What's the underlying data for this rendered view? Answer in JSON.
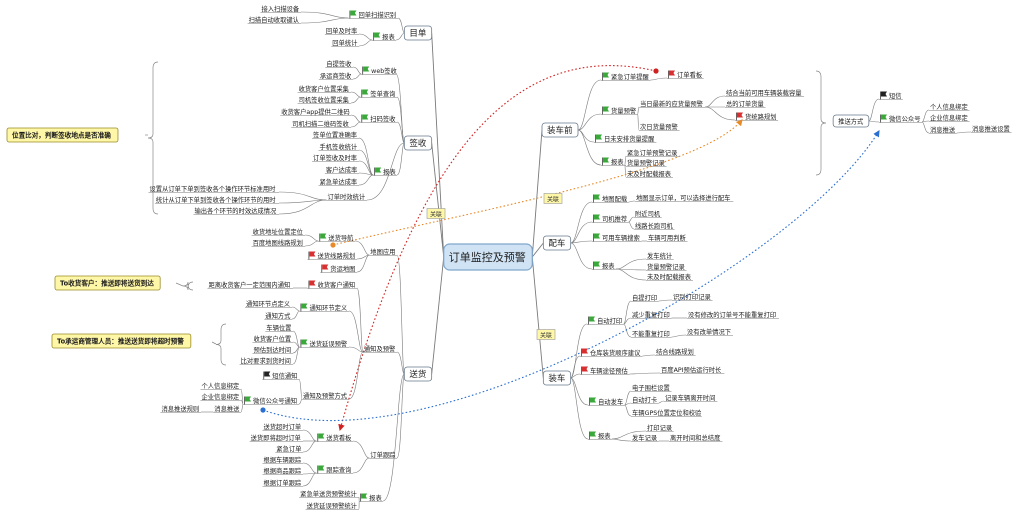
{
  "central": "订单监控及预警",
  "nodes": [
    {
      "id": "c",
      "t": "订单监控及预警",
      "type": "central"
    },
    {
      "id": "b1",
      "t": "装车前",
      "type": "main"
    },
    {
      "id": "b1a",
      "t": "紧急订单提醒",
      "icon": "green-flag"
    },
    {
      "id": "b1a1",
      "t": "订单看板",
      "icon": "red-flag"
    },
    {
      "id": "b1b",
      "t": "货量预警",
      "icon": "green-flag"
    },
    {
      "id": "b1b1",
      "t": "当日最新的应货量预警"
    },
    {
      "id": "b1b1a",
      "t": "结合当前可用车辆装载容量"
    },
    {
      "id": "b1b1b",
      "t": "总的订单货量"
    },
    {
      "id": "b1b1c",
      "t": "货统路规划",
      "icon": "red-flag"
    },
    {
      "id": "b1b2",
      "t": "次日货量预警"
    },
    {
      "id": "b1c",
      "t": "日未安排货量提醒",
      "icon": "green-flag"
    },
    {
      "id": "b1d",
      "t": "报表",
      "icon": "green-flag"
    },
    {
      "id": "b1d1",
      "t": "紧急订单预警记录"
    },
    {
      "id": "b1d2",
      "t": "货量预警记录"
    },
    {
      "id": "b1d3",
      "t": "未及时配载报表"
    },
    {
      "id": "b2",
      "t": "配车",
      "type": "main"
    },
    {
      "id": "b2a",
      "t": "地图配载",
      "icon": "green-flag"
    },
    {
      "id": "b2a1",
      "t": "地图显示订单，可以选择进行配车"
    },
    {
      "id": "b2b",
      "t": "司机推荐",
      "icon": "green-flag"
    },
    {
      "id": "b2b1",
      "t": "附近司机"
    },
    {
      "id": "b2b2",
      "t": "线路长跑司机"
    },
    {
      "id": "b2c",
      "t": "可用车辆搜索",
      "icon": "green-flag"
    },
    {
      "id": "b2c1",
      "t": "车辆可用判断"
    },
    {
      "id": "b2d",
      "t": "报表",
      "icon": "green-flag"
    },
    {
      "id": "b2d1",
      "t": "发车统计"
    },
    {
      "id": "b2d2",
      "t": "货量预警记录"
    },
    {
      "id": "b2d3",
      "t": "未及时配载报表"
    },
    {
      "id": "b3",
      "t": "装车",
      "type": "main"
    },
    {
      "id": "b3a",
      "t": "自动打印",
      "icon": "green-flag"
    },
    {
      "id": "b3a1",
      "t": "自提打印"
    },
    {
      "id": "b3a1a",
      "t": "识别打印记录"
    },
    {
      "id": "b3a2",
      "t": "减少重复打印"
    },
    {
      "id": "b3a2a",
      "t": "没有修改的订单号不能重复打印"
    },
    {
      "id": "b3a3",
      "t": "不能重复打印"
    },
    {
      "id": "b3a3a",
      "t": "没有改单情况下"
    },
    {
      "id": "b3b",
      "t": "仓库装货顺序建议",
      "icon": "red-flag"
    },
    {
      "id": "b3b1",
      "t": "结合线路规划"
    },
    {
      "id": "b3c",
      "t": "车辆途径预估",
      "icon": "red-flag"
    },
    {
      "id": "b3c1",
      "t": "百度API预估运行时长"
    },
    {
      "id": "b3d",
      "t": "自动发车",
      "icon": "green-flag"
    },
    {
      "id": "b3d1",
      "t": "电子围栏设置"
    },
    {
      "id": "b3d2",
      "t": "自动打卡"
    },
    {
      "id": "b3d2a",
      "t": "记录车辆离开时间"
    },
    {
      "id": "b3d3",
      "t": "车辆GPS位置定位和校验"
    },
    {
      "id": "b3e",
      "t": "报表",
      "icon": "green-flag"
    },
    {
      "id": "b3e1",
      "t": "打印记录"
    },
    {
      "id": "b3e2",
      "t": "发车记录"
    },
    {
      "id": "b3e2a",
      "t": "离开时间和总结度"
    },
    {
      "id": "b4",
      "t": "目单",
      "type": "main"
    },
    {
      "id": "b4a",
      "t": "回单扫描识别",
      "icon": "green-flag"
    },
    {
      "id": "b4a1",
      "t": "接入扫描设备"
    },
    {
      "id": "b4a2",
      "t": "扫描自动收取键认"
    },
    {
      "id": "b4b",
      "t": "报表",
      "icon": "green-flag"
    },
    {
      "id": "b4b1",
      "t": "回单及时率"
    },
    {
      "id": "b4b2",
      "t": "回单统计"
    },
    {
      "id": "b5",
      "t": "签收",
      "type": "main"
    },
    {
      "id": "b5a",
      "t": "web签收",
      "icon": "green-flag"
    },
    {
      "id": "b5a1",
      "t": "自提签收"
    },
    {
      "id": "b5a2",
      "t": "承运商签收"
    },
    {
      "id": "b5b",
      "t": "签单查询",
      "icon": "green-flag"
    },
    {
      "id": "b5b1",
      "t": "收货客户位置采集"
    },
    {
      "id": "b5b2",
      "t": "司机签收位置采集"
    },
    {
      "id": "b5c",
      "t": "扫码签收",
      "icon": "green-flag"
    },
    {
      "id": "b5c1",
      "t": "收货客户app提供二维码"
    },
    {
      "id": "b5c2",
      "t": "司机扫描二维码签收"
    },
    {
      "id": "b5d",
      "t": "报表",
      "icon": "green-flag"
    },
    {
      "id": "b5d1",
      "t": "签单位置准确率"
    },
    {
      "id": "b5d2",
      "t": "手机签收统计"
    },
    {
      "id": "b5d3",
      "t": "订单签收及时率"
    },
    {
      "id": "b5d4",
      "t": "客户达成率"
    },
    {
      "id": "b5d5",
      "t": "紧急单达成率"
    },
    {
      "id": "b5e",
      "t": "订单时效统计"
    },
    {
      "id": "b5e1",
      "t": "设置从订单下单到签收各个操作环节标准用时"
    },
    {
      "id": "b5e2",
      "t": "统计从订单下单到签收各个操作环节的用时"
    },
    {
      "id": "b5e3",
      "t": "输出各个环节的时效达成情况"
    },
    {
      "id": "b6",
      "t": "送货",
      "type": "main"
    },
    {
      "id": "b6a",
      "t": "地图应用"
    },
    {
      "id": "b6a1",
      "t": "送货导航",
      "icon": "green-flag"
    },
    {
      "id": "b6a1a",
      "t": "收货地址位置定位"
    },
    {
      "id": "b6a1b",
      "t": "百度地图线路规划"
    },
    {
      "id": "b6a2",
      "t": "送货线路规划",
      "icon": "red-flag"
    },
    {
      "id": "b6a3",
      "t": "货运地图",
      "icon": "red-flag"
    },
    {
      "id": "b6b",
      "t": "通知及预警"
    },
    {
      "id": "b6b1",
      "t": "收货客户通知",
      "icon": "red-flag"
    },
    {
      "id": "b6b1a",
      "t": "距离收货客户一定范围内通知"
    },
    {
      "id": "b6b2",
      "t": "通知环节定义",
      "icon": "green-flag"
    },
    {
      "id": "b6b2a",
      "t": "通知环节点定义"
    },
    {
      "id": "b6b2b",
      "t": "通知方式"
    },
    {
      "id": "b6b3",
      "t": "送货延误预警",
      "icon": "green-flag"
    },
    {
      "id": "b6b3a",
      "t": "车辆位置"
    },
    {
      "id": "b6b3b",
      "t": "收货客户位置"
    },
    {
      "id": "b6b3c",
      "t": "预估到达时间"
    },
    {
      "id": "b6b3d",
      "t": "比对要求到货时间"
    },
    {
      "id": "b6b4",
      "t": "通知及预警方式"
    },
    {
      "id": "b6b4a",
      "t": "短信通知",
      "icon": "black-flag"
    },
    {
      "id": "b6b4b",
      "t": "微信公众号通知",
      "icon": "green-flag"
    },
    {
      "id": "b6b4b1",
      "t": "个人信息绑定"
    },
    {
      "id": "b6b4b2",
      "t": "企业信息绑定"
    },
    {
      "id": "b6b4b3",
      "t": "消息推送"
    },
    {
      "id": "b6b4b3a",
      "t": "消息推送规则"
    },
    {
      "id": "b6c",
      "t": "订单跟踪"
    },
    {
      "id": "b6c1",
      "t": "送货看板",
      "icon": "green-flag"
    },
    {
      "id": "b6c1a",
      "t": "送货超时订单"
    },
    {
      "id": "b6c1b",
      "t": "送货即将超时订单"
    },
    {
      "id": "b6c1c",
      "t": "紧急订单"
    },
    {
      "id": "b6c2",
      "t": "跟踪查询",
      "icon": "green-flag"
    },
    {
      "id": "b6c2a",
      "t": "根据车辆跟踪"
    },
    {
      "id": "b6c2b",
      "t": "根据商品跟踪"
    },
    {
      "id": "b6c2c",
      "t": "根据订单跟踪"
    },
    {
      "id": "b6d",
      "t": "报表",
      "icon": "green-flag"
    },
    {
      "id": "b6d1",
      "t": "紧急单送货预警统计"
    },
    {
      "id": "b6d2",
      "t": "送货延误预警统计"
    },
    {
      "id": "f1",
      "t": "推送方式",
      "type": "float"
    },
    {
      "id": "f1a",
      "t": "短信",
      "icon": "black-flag"
    },
    {
      "id": "f1b",
      "t": "微信公众号",
      "icon": "green-flag"
    },
    {
      "id": "f1b1",
      "t": "个人信息绑定"
    },
    {
      "id": "f1b2",
      "t": "企业信息绑定"
    },
    {
      "id": "f1b3",
      "t": "消息推送"
    },
    {
      "id": "f1b3a",
      "t": "消息推送设置"
    }
  ],
  "callouts": [
    {
      "id": "co1",
      "t": "位置比对，判断签收地点是否准确"
    },
    {
      "id": "co2",
      "t": "To收货客户：推送即将送货到达"
    },
    {
      "id": "co3",
      "t": "To承运商管理人员：推送送货即将超时预警"
    }
  ],
  "relations": [
    {
      "id": "r1",
      "t": "关联",
      "color": "#d02020"
    },
    {
      "id": "r2",
      "t": "关联",
      "color": "#e88a2a"
    },
    {
      "id": "r3",
      "t": "关联",
      "color": "#2a6fcf"
    }
  ],
  "colors": {
    "central_fill": "#cfe3f5",
    "central_border": "#7fa7cc",
    "line": "#7a7a7a",
    "main_border": "#6a7a8c",
    "callout_fill": "#fff7a8",
    "callout_border": "#9a8a2a",
    "relation_red": "#d02020",
    "relation_orange": "#e88a2a",
    "relation_blue": "#2a6fcf"
  }
}
